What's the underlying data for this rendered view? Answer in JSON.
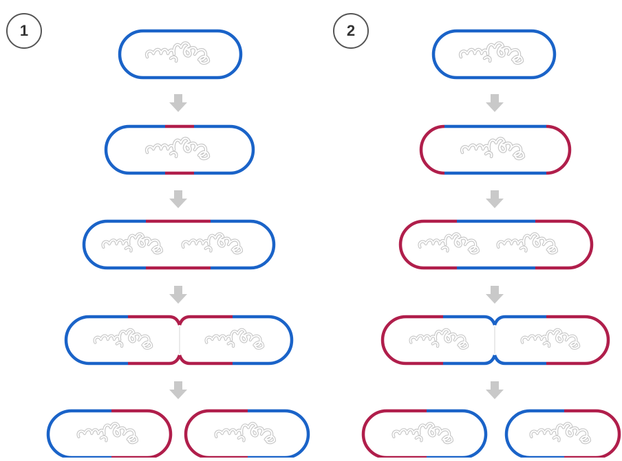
{
  "panels": [
    {
      "label": "1",
      "mode": "new-wall-midline"
    },
    {
      "label": "2",
      "mode": "new-wall-poles"
    }
  ],
  "colors": {
    "old_wall": "#1a63c8",
    "new_wall": "#b01e4b",
    "dna": "#c8c8c8",
    "arrow": "#c9c9c9",
    "badge_border": "#555555",
    "badge_text": "#333333"
  },
  "icons": {
    "step_arrow": "down-arrow-icon",
    "chromosome": "dna-squiggle-icon"
  }
}
